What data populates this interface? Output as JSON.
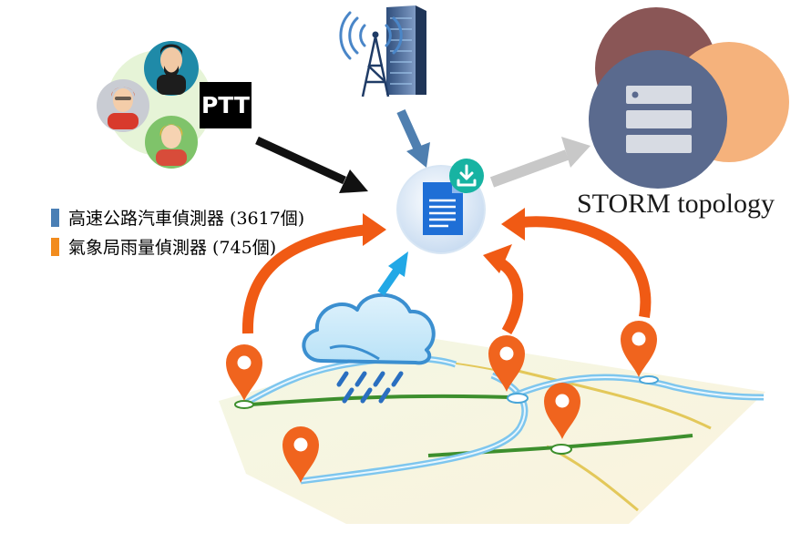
{
  "legend": {
    "items": [
      {
        "label": "高速公路汽車偵測器 (3617個)",
        "color": "#4a7fb5"
      },
      {
        "label": "氣象局雨量偵測器 (745個)",
        "color": "#f28c1e"
      }
    ]
  },
  "ptt_label": "PTT",
  "storm_label": "STORM topology",
  "colors": {
    "arrow_orange": "#f05a14",
    "pin_orange": "#f0641e",
    "arrow_black": "#111111",
    "arrow_steel": "#4f7fb0",
    "arrow_gray": "#c8c8c8",
    "arrow_cyan": "#21a8e6",
    "storm_front": "#5a6a8e",
    "storm_back_left": "#8a5656",
    "storm_back_right": "#f5b27c"
  }
}
